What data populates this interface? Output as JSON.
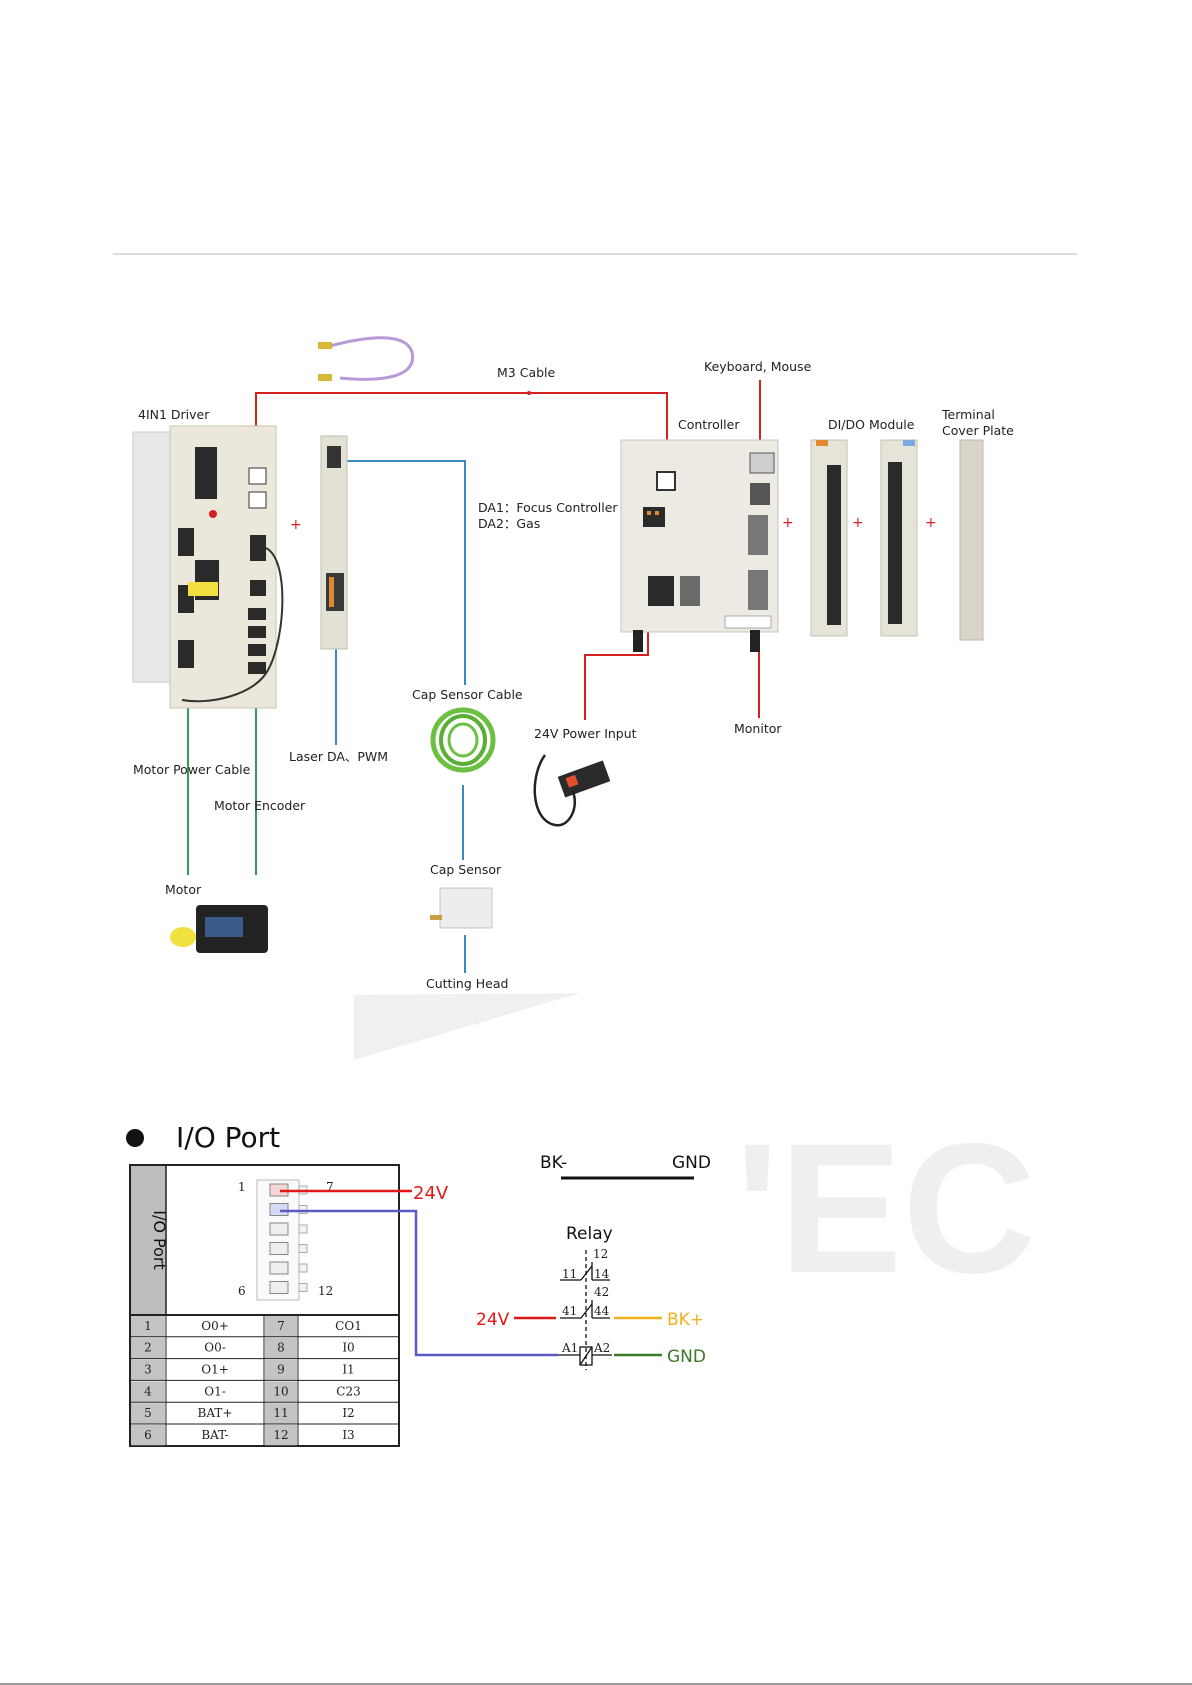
{
  "labels": {
    "m3_cable": "M3 Cable",
    "keyboard_mouse": "Keyboard, Mouse",
    "driver": "4IN1 Driver",
    "controller": "Controller",
    "dido": "DI/DO Module",
    "terminal_1": "Terminal",
    "terminal_2": "Cover Plate",
    "da1": "DA1：Focus Controller",
    "da2": "DA2：Gas",
    "cap_sensor_cable": "Cap Sensor Cable",
    "power_input": "24V Power Input",
    "monitor": "Monitor",
    "laser": "Laser DA、PWM",
    "motor_power_cable": "Motor Power Cable",
    "motor_encoder": "Motor Encoder",
    "motor": "Motor",
    "cap_sensor": "Cap Sensor",
    "cutting_head": "Cutting Head"
  },
  "plus": "+",
  "io": {
    "title": "I/O Port",
    "side_label": "I/O Port",
    "pin_1": "1",
    "pin_7": "7",
    "pin_6": "6",
    "pin_12": "12",
    "v24_top": "24V",
    "rows": [
      [
        "1",
        "O0+",
        "7",
        "CO1"
      ],
      [
        "2",
        "O0-",
        "8",
        "I0"
      ],
      [
        "3",
        "O1+",
        "9",
        "I1"
      ],
      [
        "4",
        "O1-",
        "10",
        "C23"
      ],
      [
        "5",
        "BAT+",
        "11",
        "I2"
      ],
      [
        "6",
        "BAT-",
        "12",
        "I3"
      ]
    ]
  },
  "relay": {
    "bk_minus": "BK-",
    "gnd_top": "GND",
    "title": "Relay",
    "t12": "12",
    "t11": "11",
    "t14": "14",
    "t42": "42",
    "t41": "41",
    "t44": "44",
    "a1": "A1",
    "a2": "A2",
    "v24": "24V",
    "bk_plus": "BK+",
    "gnd": "GND"
  },
  "logo_cable_text": "SYNTEC",
  "colors": {
    "m3_cable": "#d42020",
    "laser_cable": "#3a8cc4",
    "motor_cable": "#2e9e58",
    "v24": "#e01818",
    "signal_blue": "#5a5ac8",
    "bk_plus": "#f0b020",
    "gnd": "#3c7a2a"
  }
}
